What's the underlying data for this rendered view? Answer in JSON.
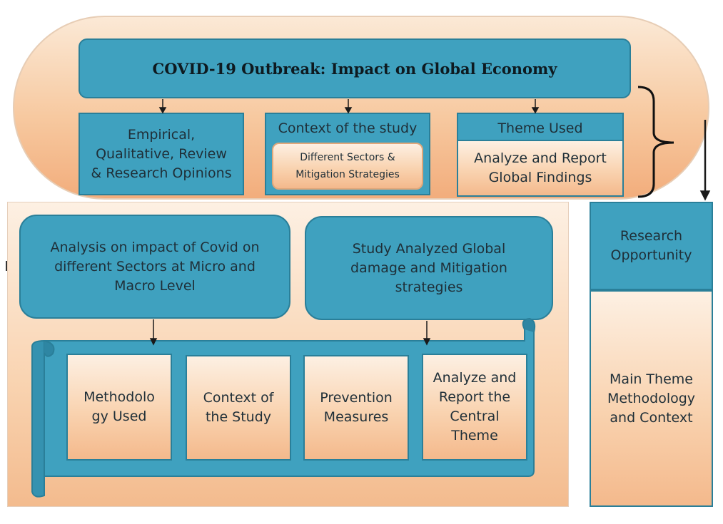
{
  "header": {
    "title": "COVID-19 Outbreak: Impact on Global Economy"
  },
  "top_boxes": {
    "empirical": "Empirical, Qualitative, Review & Research Opinions",
    "context_title": "Context of the study",
    "context_inner": "Different Sectors & Mitigation Strategies",
    "theme_title": "Theme Used",
    "theme_inner": "Analyze and Report Global Findings"
  },
  "middle_boxes": {
    "left": "Analysis on impact of Covid on different Sectors at Micro and Macro Level",
    "right": "Study Analyzed Global damage and Mitigation strategies"
  },
  "scroll_items": [
    "Methodolo gy Used",
    "Context of the Study",
    "Prevention Measures",
    "Analyze and Report the Central Theme"
  ],
  "side_column": {
    "top": "Research Opportunity",
    "bottom": "Main Theme Methodology and Context"
  },
  "colors": {
    "teal": "#3fa1bf",
    "peach": "#f9d3b0",
    "border": "#2a7f99"
  }
}
